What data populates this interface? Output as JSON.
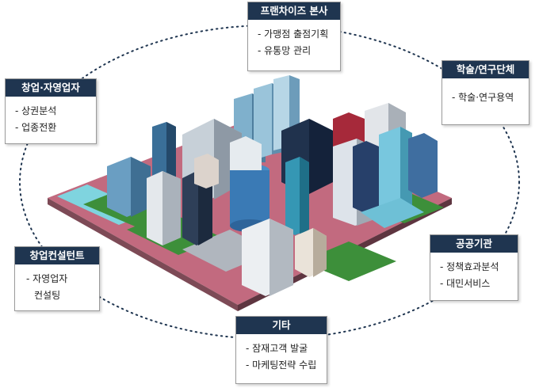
{
  "colors": {
    "header_bg": "#1f3550",
    "dotted_ring": "#1f3550",
    "street": "#c26a7f",
    "grass": "#3d8f3a",
    "water": "#7fd4df"
  },
  "nodes": {
    "franchise": {
      "title": "프랜차이즈 본사",
      "items": [
        "- 가맹점 출점기획",
        "- 유통망 관리"
      ]
    },
    "research": {
      "title": "학술/연구단체",
      "items": [
        "- 학술·연구용역"
      ]
    },
    "startup": {
      "title": "창업·자영업자",
      "items": [
        "- 상권분석",
        "- 업종전환"
      ]
    },
    "public": {
      "title": "공공기관",
      "items": [
        "- 정책효과분석",
        "- 대민서비스"
      ]
    },
    "consultant": {
      "title": "창업컨설턴트",
      "items": [
        "- 자영업자",
        "컨설팅"
      ]
    },
    "other": {
      "title": "기타",
      "items": [
        "- 잠재고객 발굴",
        "- 마케팅전략 수립"
      ]
    }
  }
}
